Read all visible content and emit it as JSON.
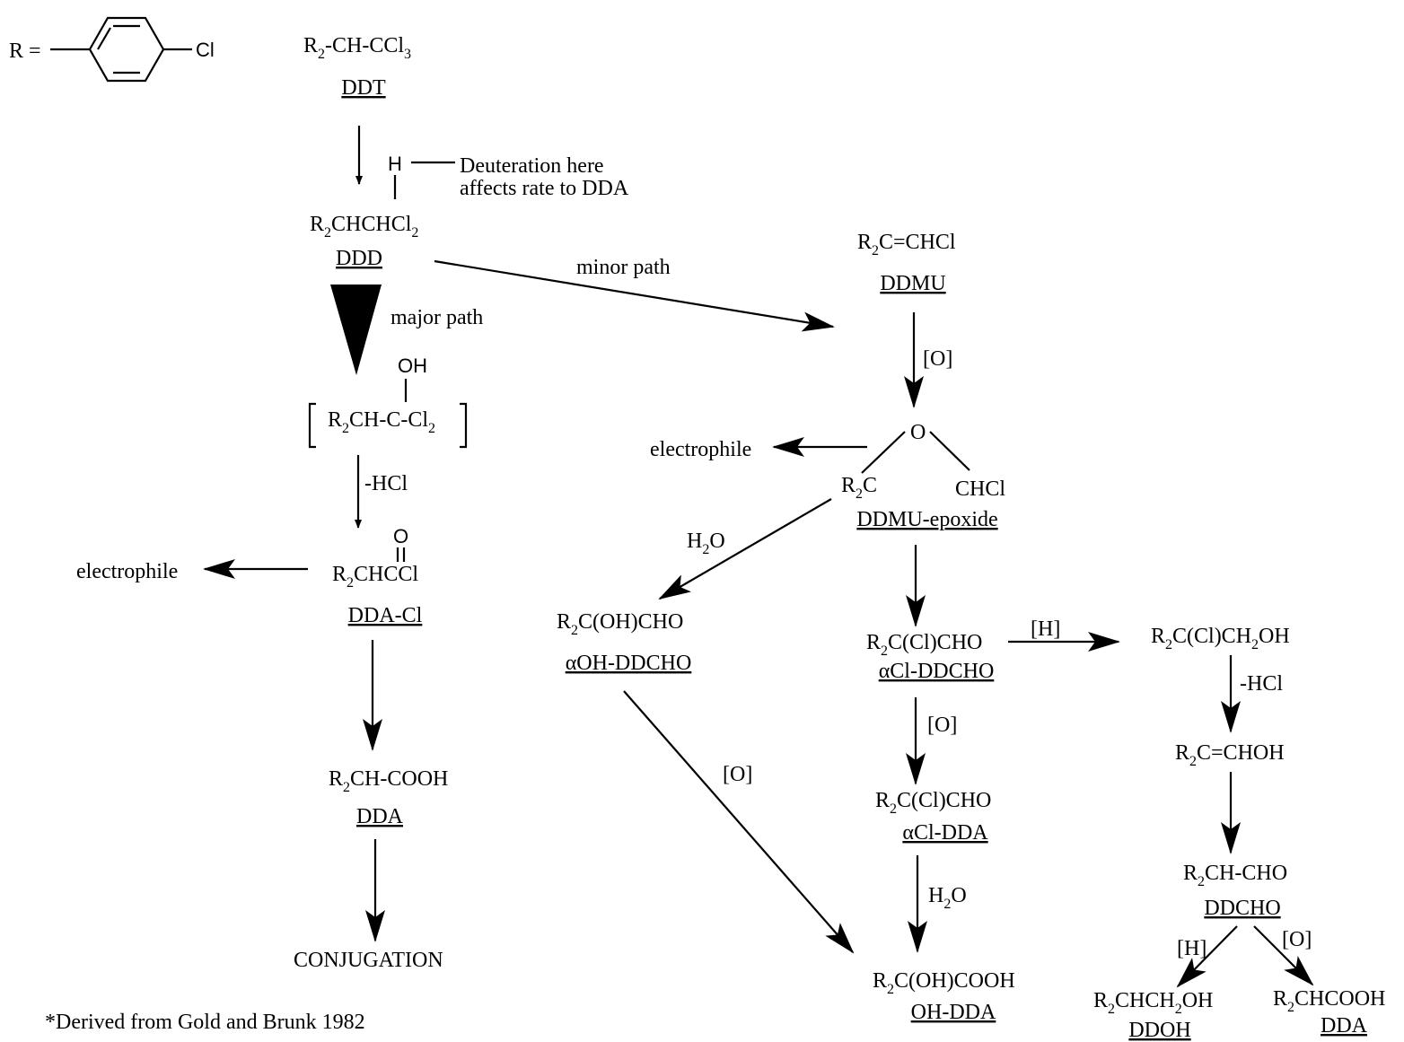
{
  "r_definition": {
    "label": "R =",
    "substituent": "Cl"
  },
  "ddt": {
    "formula_a": "R",
    "formula_b": "2",
    "formula_c": "-CH-CCl",
    "formula_d": "3",
    "name": "DDT"
  },
  "deuteration": {
    "atom": "H",
    "line1": "Deuteration here",
    "line2": "affects rate to DDA"
  },
  "ddd": {
    "formula_a": "R",
    "formula_b": "2",
    "formula_c": "CHCHCl",
    "formula_d": "2",
    "name": "DDD"
  },
  "paths": {
    "minor": "minor path",
    "major": "major path"
  },
  "intermediate": {
    "oh": "OH",
    "formula_a": "R",
    "formula_b": "2",
    "formula_c": "CH-C-Cl",
    "formula_d": "2"
  },
  "neg_hcl": "-HCl",
  "dda_cl": {
    "o": "O",
    "formula_a": "R",
    "formula_b": "2",
    "formula_c": "CHCCl",
    "name": "DDA-Cl"
  },
  "electrophile_left": "electrophile",
  "dda_left": {
    "formula_a": "R",
    "formula_b": "2",
    "formula_c": "CH-COOH",
    "name": "DDA"
  },
  "conjugation": "CONJUGATION",
  "footnote": "*Derived from Gold and Brunk 1982",
  "ddmu": {
    "formula_a": "R",
    "formula_b": "2",
    "formula_c": "C=CHCl",
    "name": "DDMU"
  },
  "oxidation": "[O]",
  "reduction": "[H]",
  "epoxide": {
    "o": "O",
    "left_a": "R",
    "left_b": "2",
    "left_c": "C",
    "right": "CHCl",
    "name": "DDMU-epoxide"
  },
  "electrophile_right": "electrophile",
  "water": {
    "a": "H",
    "b": "2",
    "c": "O"
  },
  "oh_ddcho": {
    "formula_a": "R",
    "formula_b": "2",
    "formula_c": "C(OH)CHO",
    "name": "αOH-DDCHO"
  },
  "cl_ddcho": {
    "formula_a": "R",
    "formula_b": "2",
    "formula_c": "C(Cl)CHO",
    "name": "αCl-DDCHO"
  },
  "cl_ethanol": {
    "formula_a": "R",
    "formula_b": "2",
    "formula_c": "C(Cl)CH",
    "formula_d": "2",
    "formula_e": "OH"
  },
  "enol": {
    "formula_a": "R",
    "formula_b": "2",
    "formula_c": "C=CHOH"
  },
  "cl_dda": {
    "formula_a": "R",
    "formula_b": "2",
    "formula_c": "C(Cl)CHO",
    "name": "αCl-DDA"
  },
  "oh_dda": {
    "formula_a": "R",
    "formula_b": "2",
    "formula_c": "C(OH)COOH",
    "name": "OH-DDA"
  },
  "ddcho": {
    "formula_a": "R",
    "formula_b": "2",
    "formula_c": "CH-CHO",
    "name": "DDCHO"
  },
  "ddoh": {
    "formula_a": "R",
    "formula_b": "2",
    "formula_c": "CHCH",
    "formula_d": "2",
    "formula_e": "OH",
    "name": "DDOH"
  },
  "dda_right": {
    "formula_a": "R",
    "formula_b": "2",
    "formula_c": "CHCOOH",
    "name": "DDA"
  }
}
